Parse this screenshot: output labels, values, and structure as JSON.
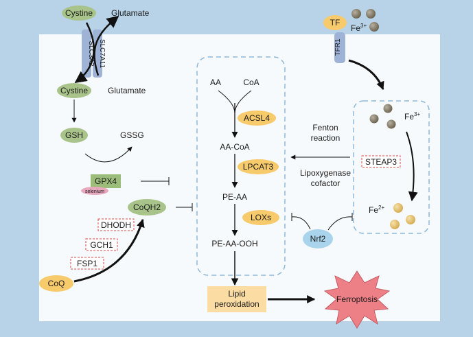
{
  "labels": {
    "cystine_out": "Cystine",
    "glutamate_out": "Glutamate",
    "slc3a2": "SLC3A2",
    "slc7a11": "SLC7A11",
    "cystine_in": "Cystine",
    "glutamate_in": "Glutamate",
    "gsh": "GSH",
    "gssg": "GSSG",
    "gpx4": "GPX4",
    "selenium": "selenium",
    "coqh2": "CoQH2",
    "dhodh": "DHODH",
    "gch1": "GCH1",
    "fsp1": "FSP1",
    "coq": "CoQ",
    "aa": "AA",
    "coa": "CoA",
    "acsl4": "ACSL4",
    "aa_coa": "AA-CoA",
    "lpcat3": "LPCAT3",
    "pe_aa": "PE-AA",
    "loxs": "LOXs",
    "pe_aa_ooh": "PE-AA-OOH",
    "lipid_line1": "Lipid",
    "lipid_line2": "peroxidation",
    "ferroptosis": "Ferroptosis",
    "tf": "TF",
    "fe3_top": "Fe",
    "fe3_top_sup": "3+",
    "tfr1": "TFR1",
    "fe3_right": "Fe",
    "fe3_right_sup": "3+",
    "steap3": "STEAP3",
    "fe2": "Fe",
    "fe2_sup": "2+",
    "fenton_line1": "Fenton",
    "fenton_line2": "reaction",
    "lipoxygenase_line1": "Lipoxygenase",
    "lipoxygenase_line2": "cofactor",
    "nrf2": "Nrf2"
  },
  "colors": {
    "background": "#b8d3e8",
    "cell": "#f6fafd",
    "dashed_border": "#8fb8d8",
    "green_node": "#a9c48a",
    "yellow_node": "#f7ca6b",
    "transporter": "#9eb3d6",
    "gpx4_box": "#9cbd79",
    "selenium": "#e8a8bd",
    "lipid_box": "#fbdca3",
    "ferroptosis": "#ec8086",
    "nrf2": "#a9d4ec",
    "iron_gray": "#857b66",
    "iron_gold": "#e3c374",
    "enzyme_red_dash": "#d94a4a"
  }
}
